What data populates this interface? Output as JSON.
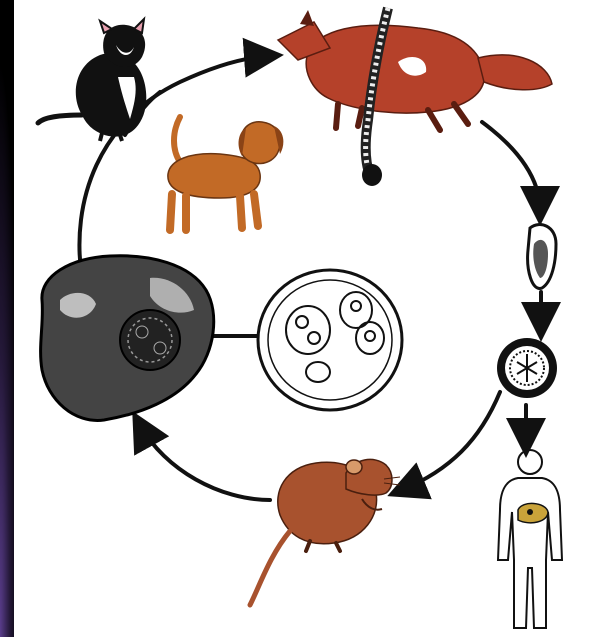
{
  "diagram": {
    "kind": "parasite-life-cycle",
    "stages": [
      {
        "id": "definitive-hosts",
        "icons": [
          "fox-icon",
          "tapeworm-icon"
        ]
      },
      {
        "id": "adult-worm-segment",
        "icons": [
          "proglottid-icon"
        ]
      },
      {
        "id": "egg",
        "icons": [
          "egg-icon"
        ]
      },
      {
        "id": "accidental-host",
        "icons": [
          "human-icon",
          "liver-cyst-icon"
        ]
      },
      {
        "id": "intermediate-host",
        "icons": [
          "mouse-icon"
        ]
      },
      {
        "id": "infected-organ",
        "icons": [
          "infected-liver-icon"
        ]
      },
      {
        "id": "hydatid-cyst",
        "icons": [
          "cyst-icon",
          "protoscolex-icon"
        ]
      },
      {
        "id": "other-definitive-hosts",
        "icons": [
          "cat-icon",
          "dog-icon"
        ]
      }
    ],
    "colors": {
      "background": "#000000",
      "panel": "#ffffff",
      "arrow": "#111111",
      "fox": "#b5412a",
      "dog": "#c26a26",
      "mouse": "#a8522e",
      "cat": "#111111"
    }
  }
}
